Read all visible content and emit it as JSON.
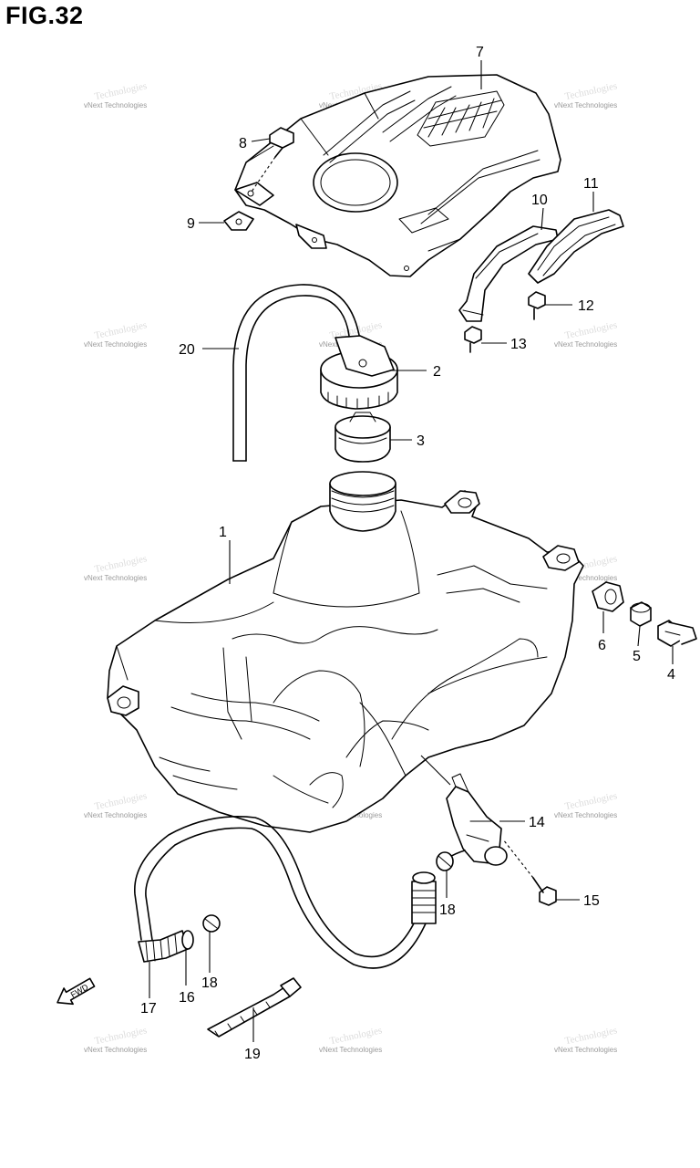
{
  "figure": {
    "title": "FIG.32"
  },
  "watermark": {
    "text": "vNext Technologies",
    "ghost_text": "Technologies"
  },
  "fwd_marker": {
    "label": "FWD"
  },
  "callouts": [
    {
      "id": "c1",
      "label": "1",
      "part": "fuel-tank"
    },
    {
      "id": "c2",
      "label": "2",
      "part": "fuel-cap"
    },
    {
      "id": "c3",
      "label": "3",
      "part": "cap-gasket-ring"
    },
    {
      "id": "c4",
      "label": "4",
      "part": "mounting-bolt"
    },
    {
      "id": "c5",
      "label": "5",
      "part": "spacer-collar"
    },
    {
      "id": "c6",
      "label": "6",
      "part": "rubber-cushion"
    },
    {
      "id": "c7",
      "label": "7",
      "part": "tank-cover"
    },
    {
      "id": "c8",
      "label": "8",
      "part": "cover-screw"
    },
    {
      "id": "c9",
      "label": "9",
      "part": "nut-clip"
    },
    {
      "id": "c10",
      "label": "10",
      "part": "band-bracket"
    },
    {
      "id": "c11",
      "label": "11",
      "part": "strap-band"
    },
    {
      "id": "c12",
      "label": "12",
      "part": "band-bolt-12"
    },
    {
      "id": "c13",
      "label": "13",
      "part": "band-bolt-13"
    },
    {
      "id": "c14",
      "label": "14",
      "part": "fuel-cock"
    },
    {
      "id": "c15",
      "label": "15",
      "part": "fuel-cock-screw"
    },
    {
      "id": "c16",
      "label": "16",
      "part": "hose-end"
    },
    {
      "id": "c17",
      "label": "17",
      "part": "fuel-hose"
    },
    {
      "id": "c18a",
      "label": "18",
      "part": "hose-clip-left"
    },
    {
      "id": "c18b",
      "label": "18",
      "part": "hose-clip-right"
    },
    {
      "id": "c19",
      "label": "19",
      "part": "cable-tie"
    },
    {
      "id": "c20",
      "label": "20",
      "part": "breather-hose"
    }
  ]
}
